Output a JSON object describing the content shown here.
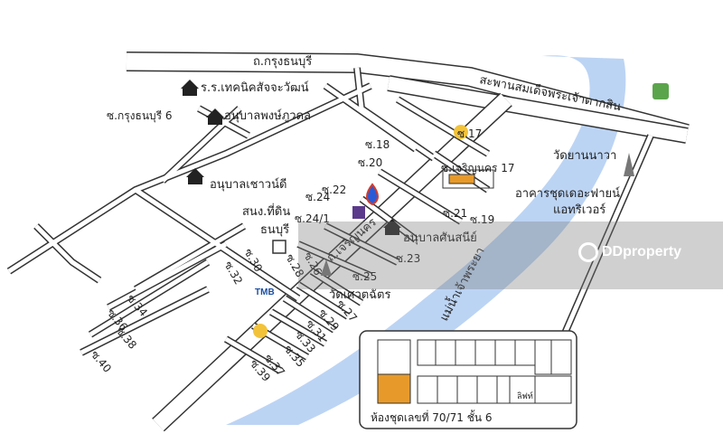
{
  "map": {
    "roads": {
      "krung_thonburi": "ถ.กรุงธนบุรี",
      "bridge": "สะพานสมเด็จพระเจ้าตากสิน",
      "charoen_nakhon": "ถ.เจริญนคร",
      "soi_krung_thonburi_6": "ซ.กรุงธนบุรี 6",
      "soi_charoen_nakhon_17": "ซ.เจริญนคร 17"
    },
    "sois": [
      "ซ.17",
      "ซ.18",
      "ซ.20",
      "ซ.22",
      "ซ.24",
      "ซ.24/1",
      "ซ.21",
      "ซ.19",
      "ซ.23",
      "ซ.25",
      "ซ.26",
      "ซ.28",
      "ซ.30",
      "ซ.32",
      "ซ.34",
      "ซ.36",
      "ซ.38",
      "ซ.40",
      "ซ.27",
      "ซ.29",
      "ซ.31",
      "ซ.33",
      "ซ.35",
      "ซ.37",
      "ซ.39"
    ],
    "landmarks": {
      "school_technical": "ร.ร.เทคนิคสัจจะวัฒน์",
      "kindergarten_pong": "อนุบาลพงษ์ภูวดล",
      "kindergarten_chao": "อนุบาลเชาวน์ดี",
      "kindergarten_san": "อนุบาลศันสนีย์",
      "post_office_1": "สนง.ที่ดิน",
      "post_office_2": "ธนบุรี",
      "temple_wat_sawet": "วัดเศวตฉัตร",
      "temple_yan_nawa": "วัดยานนาวา",
      "river": "แม่น้ำเจ้าพระยา",
      "condo_line1": "อาคารชุดเดอะฟายน์",
      "condo_line2": "แอทริเวอร์",
      "tmb": "TMB"
    },
    "floorplan": {
      "caption": "ห้องชุดเลขที่ 70/71 ชั้น 6",
      "lift": "ลิฟท์"
    },
    "watermark": "DDproperty",
    "colors": {
      "river": "#bcd4f4",
      "highlight": "#e79a2a",
      "road_stroke": "#333333"
    }
  }
}
